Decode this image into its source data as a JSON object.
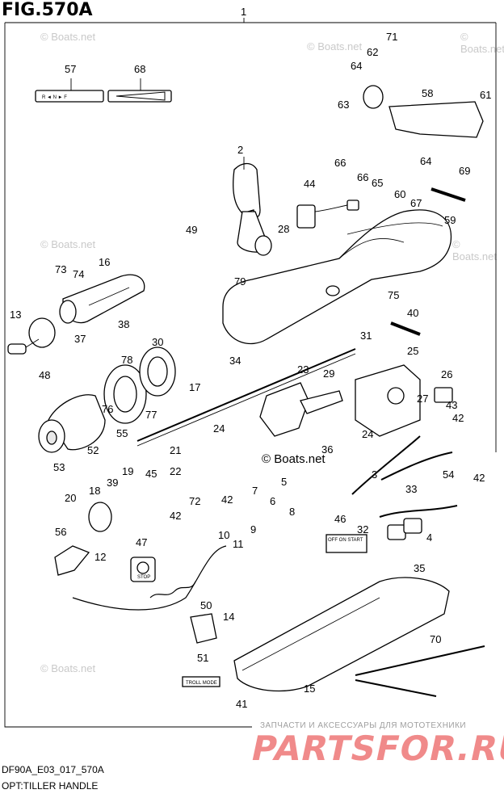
{
  "figure": {
    "title": "FIG.570A",
    "code": "DF90A_E03_017_570A",
    "subtitle": "OPT:TILLER HANDLE"
  },
  "watermarks": {
    "light": "© Boats.net",
    "strong": "© Boats.net",
    "brand_top": "ЗАПЧАСТИ И АКСЕССУАРЫ ДЛЯ МОТОТЕХНИКИ",
    "brand_logo": "PARTSFOR.RU"
  },
  "labels": {
    "shift": "R ◄ N ► F",
    "off_on_start": "OFF ON START",
    "stop": "STOP",
    "troll": "TROLL MODE"
  },
  "callouts": [
    "1",
    "2",
    "3",
    "4",
    "5",
    "6",
    "7",
    "8",
    "9",
    "10",
    "11",
    "12",
    "13",
    "14",
    "15",
    "16",
    "17",
    "18",
    "19",
    "20",
    "21",
    "22",
    "23",
    "24",
    "24",
    "25",
    "26",
    "27",
    "28",
    "29",
    "30",
    "31",
    "32",
    "33",
    "34",
    "35",
    "36",
    "37",
    "38",
    "39",
    "40",
    "41",
    "42",
    "42",
    "42",
    "42",
    "43",
    "44",
    "45",
    "46",
    "47",
    "48",
    "49",
    "50",
    "51",
    "52",
    "53",
    "54",
    "55",
    "56",
    "57",
    "58",
    "59",
    "60",
    "61",
    "62",
    "63",
    "64",
    "64",
    "65",
    "66",
    "66",
    "67",
    "68",
    "69",
    "70",
    "71",
    "72",
    "73",
    "74",
    "75",
    "76",
    "77",
    "78",
    "79"
  ]
}
